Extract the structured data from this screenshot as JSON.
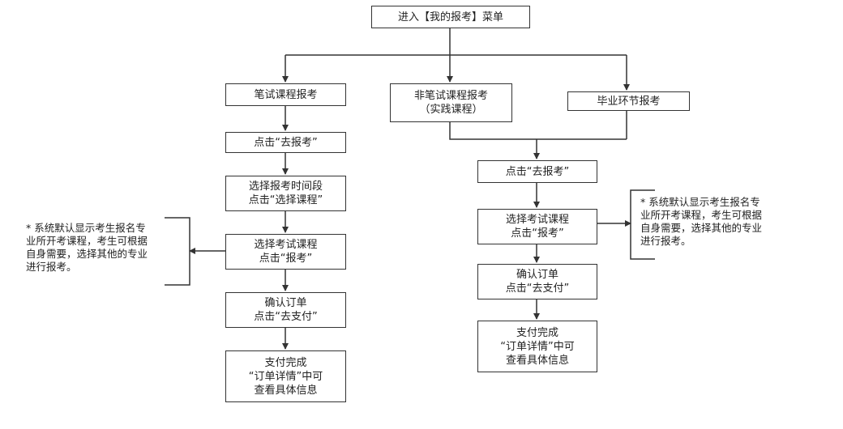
{
  "top": {
    "label": "进入【我的报考】菜单"
  },
  "branches": {
    "written": "笔试课程报考",
    "nonwritten": [
      "非笔试课程报考",
      "（实践课程）"
    ],
    "graduation": "毕业环节报考"
  },
  "left_flow": [
    [
      "点击“去报考”"
    ],
    [
      "选择报考时间段",
      "点击“选择课程”"
    ],
    [
      "选择考试课程",
      "点击“报考”"
    ],
    [
      "确认订单",
      "点击“去支付”"
    ],
    [
      "支付完成",
      "“订单详情”中可",
      "查看具体信息"
    ]
  ],
  "right_flow": [
    [
      "点击“去报考”"
    ],
    [
      "选择考试课程",
      "点击“报考”"
    ],
    [
      "确认订单",
      "点击“去支付”"
    ],
    [
      "支付完成",
      "“订单详情”中可",
      "查看具体信息"
    ]
  ],
  "notes": {
    "left": [
      "* 系统默认显示考生报名专",
      "业所开考课程，考生可根据",
      "自身需要，选择其他的专业",
      "进行报考。"
    ],
    "right": [
      "* 系统默认显示考生报名专",
      "业所开考课程，考生可根据",
      "自身需要，选择其他的专业",
      "进行报考。"
    ]
  }
}
